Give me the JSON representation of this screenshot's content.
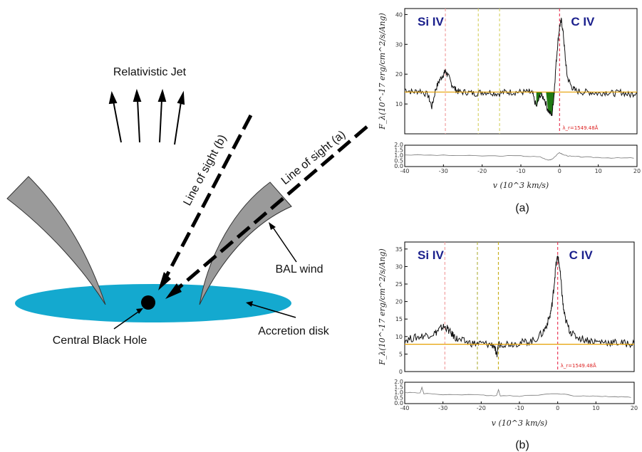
{
  "diagram": {
    "jet_label": "Relativistic Jet",
    "los_b_label": "Line of sight (b)",
    "los_a_label": "Line of sight (a)",
    "bal_label": "BAL wind",
    "bh_label": "Central Black Hole",
    "disk_label": "Accretion disk",
    "colors": {
      "disk": "#14a9cf",
      "wind": "#9a9a9a",
      "ink": "#000000"
    }
  },
  "chart_data": [
    {
      "type": "line",
      "caption": "(a)",
      "ion_left": "Si IV",
      "ion_right": "C IV",
      "ylabel": "F_λ(10^-17 erg/cm^2/s/Ang)",
      "xlabel": "v (10^3 km/s)",
      "annotation": "λ_r=1549.48Å",
      "xlim": [
        -40,
        20
      ],
      "ylim": [
        0,
        42
      ],
      "yticks": [
        "10",
        "20",
        "30",
        "40"
      ],
      "xticks": [
        "-40",
        "-30",
        "-20",
        "-10",
        "0",
        "10",
        "20"
      ],
      "continuum_level": 14,
      "absorption_troughs_x": [
        [
          -6,
          -4.5
        ],
        [
          -3.5,
          -1.2
        ]
      ],
      "vlines": [
        {
          "x": -29.5,
          "color": "#f2a0a0"
        },
        {
          "x": -21,
          "color": "#d7d36a"
        },
        {
          "x": -15.5,
          "color": "#d7d36a"
        },
        {
          "x": 0,
          "color": "#e83c5a"
        }
      ],
      "spectrum": {
        "x": [
          -40,
          -38,
          -36,
          -34,
          -33,
          -32,
          -31,
          -30,
          -29.5,
          -29,
          -28,
          -27,
          -26,
          -24,
          -22,
          -20,
          -18,
          -16,
          -14,
          -12,
          -10,
          -8,
          -7,
          -6,
          -5,
          -4,
          -3,
          -2,
          -1.5,
          -1,
          -0.5,
          0,
          0.5,
          1,
          1.5,
          2,
          3,
          4,
          6,
          8,
          10,
          12,
          14,
          16,
          18,
          20
        ],
        "y": [
          15,
          14,
          14.5,
          13,
          9,
          15,
          18,
          20,
          21,
          20,
          17,
          15,
          14,
          14,
          13.5,
          14,
          14,
          13.5,
          14,
          14,
          14,
          14,
          13.5,
          9,
          13,
          12,
          8,
          6,
          12,
          22,
          30,
          36,
          38,
          33,
          25,
          19,
          16,
          14.5,
          14,
          14,
          13.5,
          14,
          13.5,
          14,
          13,
          14
        ]
      },
      "ratio_panel": {
        "ylim": [
          0,
          2
        ],
        "yticks": [
          "0.0",
          "0.5",
          "1.0",
          "1.5",
          "2.0"
        ],
        "x": [
          -40,
          -30,
          -20,
          -10,
          -5,
          -3,
          -2,
          0,
          1,
          3,
          6,
          10,
          15,
          20
        ],
        "y": [
          1.1,
          1.05,
          1.0,
          1.0,
          0.9,
          0.6,
          0.7,
          1.3,
          1.1,
          0.95,
          0.9,
          0.85,
          0.8,
          0.8
        ]
      }
    },
    {
      "type": "line",
      "caption": "(b)",
      "ion_left": "Si IV",
      "ion_right": "C IV",
      "ylabel": "F_λ(10^-17 erg/cm^2/s/Ang)",
      "xlabel": "v (10^3 km/s)",
      "annotation": "λ_r=1549.48Å",
      "xlim": [
        -40,
        20
      ],
      "ylim": [
        0,
        37
      ],
      "yticks": [
        "0",
        "5",
        "10",
        "15",
        "20",
        "25",
        "30",
        "35"
      ],
      "xticks": [
        "-40",
        "-30",
        "-20",
        "-10",
        "0",
        "10",
        "20"
      ],
      "continuum_level": 7.8,
      "vlines": [
        {
          "x": -29.5,
          "color": "#f2a0a0"
        },
        {
          "x": -21,
          "color": "#b6b54a"
        },
        {
          "x": -15.5,
          "color": "#c8b020"
        },
        {
          "x": 0,
          "color": "#e83c5a"
        }
      ],
      "spectrum": {
        "x": [
          -40,
          -38,
          -36,
          -34,
          -32,
          -31,
          -30,
          -29,
          -28,
          -27,
          -26,
          -24,
          -22,
          -20,
          -18,
          -16.5,
          -16,
          -15.5,
          -14,
          -12,
          -10,
          -8,
          -6,
          -4,
          -3,
          -2,
          -1.5,
          -1,
          -0.5,
          0,
          0.5,
          1,
          1.5,
          2,
          3,
          4,
          6,
          8,
          10,
          12,
          14,
          16,
          18,
          20
        ],
        "y": [
          9,
          9.5,
          10,
          10.5,
          11,
          12,
          12.8,
          12.5,
          11,
          10,
          9,
          8.5,
          8,
          8,
          7.8,
          7.5,
          4,
          7.8,
          8,
          8,
          8.2,
          8.5,
          9,
          11,
          13,
          16,
          19,
          24,
          30,
          33,
          30,
          24,
          18,
          15,
          12,
          10.5,
          9.5,
          9,
          8.5,
          8.5,
          8.3,
          8.2,
          8,
          8
        ]
      },
      "ratio_panel": {
        "ylim": [
          0,
          2
        ],
        "yticks": [
          "0.0",
          "0.5",
          "1.0",
          "1.5",
          "2.0"
        ],
        "x": [
          -40,
          -36,
          -35.5,
          -35,
          -30,
          -20,
          -16,
          -15.5,
          -15,
          -10,
          0,
          5,
          10,
          15,
          20
        ],
        "y": [
          1.05,
          1.0,
          1.5,
          0.95,
          0.85,
          0.8,
          0.75,
          1.3,
          0.75,
          0.7,
          0.95,
          0.7,
          0.7,
          0.65,
          0.6
        ]
      }
    }
  ]
}
